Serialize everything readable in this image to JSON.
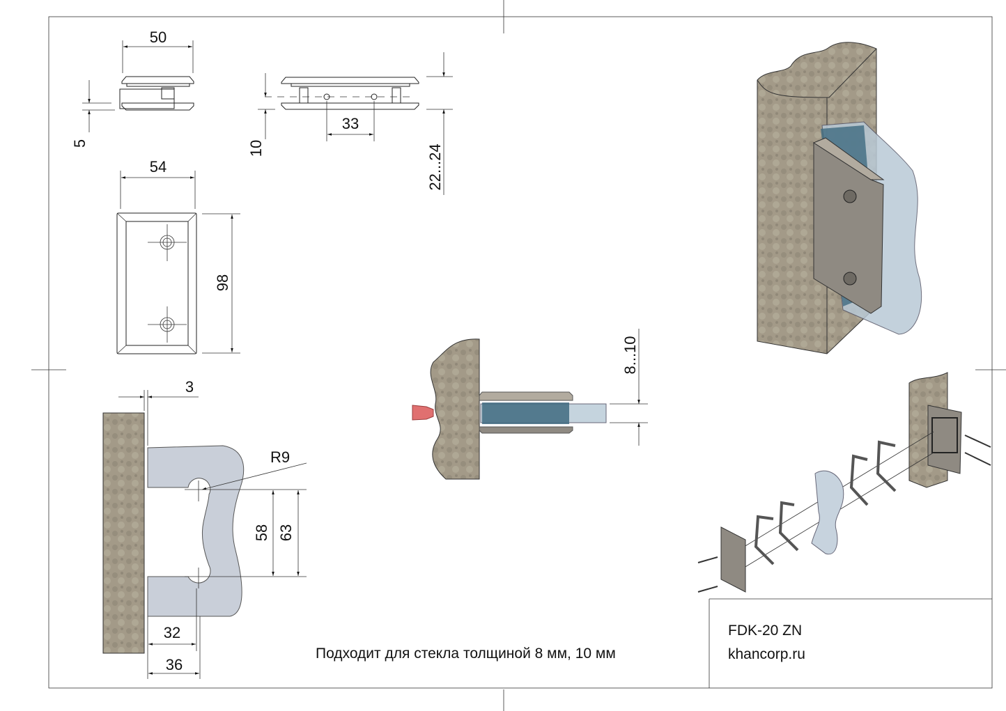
{
  "dimensions": {
    "top_width": "50",
    "gap": "5",
    "plate_width": "54",
    "plate_height": "98",
    "height": "10",
    "hole_spacing": "33",
    "thickness_range": "22...24",
    "wall_gap": "3",
    "radius": "R9",
    "inner_span": "58",
    "outer_span": "63",
    "depth_inner": "32",
    "depth_outer": "36",
    "glass_thickness": "8...10"
  },
  "caption": "Подходит для стекла толщиной 8 мм, 10 мм",
  "title_block": {
    "model": "FDK-20 ZN",
    "website": "khancorp.ru"
  },
  "colors": {
    "stone": "#a39a88",
    "metal": "#8f8a82",
    "glass": "#b9c9d6",
    "glass_dark": "#3e6a80",
    "anchor": "#e07070"
  }
}
